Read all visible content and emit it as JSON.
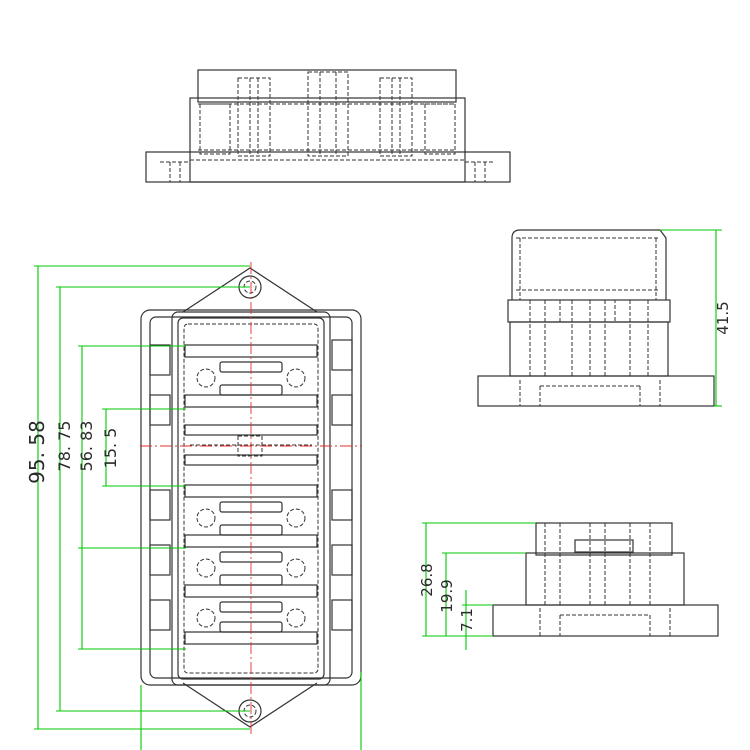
{
  "colors": {
    "outline": "#333333",
    "dimension": "#00c800",
    "centerline": "#e03030",
    "background": "#ffffff"
  },
  "dimensions": {
    "overall_length": "95. 58",
    "outer_cavity_span": "78. 75",
    "fuse_span": "56. 83",
    "center_pitch": "15. 5",
    "height": "41.5",
    "side_total_height": "26.8",
    "side_mid_height": "19.9",
    "side_base_height": "7.1"
  }
}
